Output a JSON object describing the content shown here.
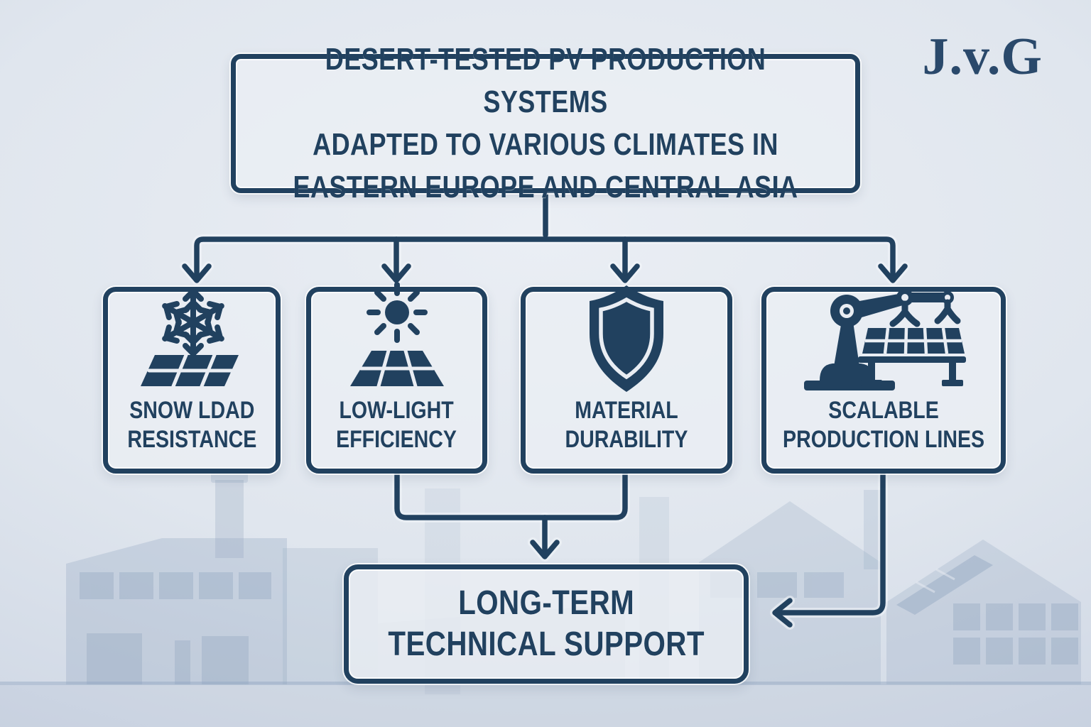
{
  "brand": {
    "logo_text": "J.v.G"
  },
  "title_box": {
    "lines": [
      "DESERT-TESTED PV PRODUCTION SYSTEMS",
      "ADAPTED TO VARIOUS CLIMATES IN",
      "EASTERN EUROPE AND CENTRAL ASIA"
    ]
  },
  "feature_boxes": [
    {
      "icon": "snowflake-solar-panel-icon",
      "lines": [
        "SNOW LDAD",
        "RESISTANCE"
      ]
    },
    {
      "icon": "sun-solar-panel-icon",
      "lines": [
        "LOW-LIGHT",
        "EFFICIENCY"
      ]
    },
    {
      "icon": "shield-icon",
      "lines": [
        "MATERIAL",
        "DURABILITY"
      ]
    },
    {
      "icon": "robot-arm-solar-panel-icon",
      "lines": [
        "SCALABLE",
        "PRODUCTION LINES"
      ]
    }
  ],
  "support_box": {
    "lines": [
      "LONG-TERM",
      "TECHNICAL SUPPORT"
    ]
  },
  "diagram": {
    "type": "flowchart",
    "flow": "title box branches to four feature boxes; low-light efficiency, material durability and scalable production lines feed into long-term technical support"
  },
  "colors": {
    "navy": "#21415f",
    "box_fill": "#e9edf3",
    "background": "#dde3ec",
    "silhouette": "#93a7c0"
  }
}
